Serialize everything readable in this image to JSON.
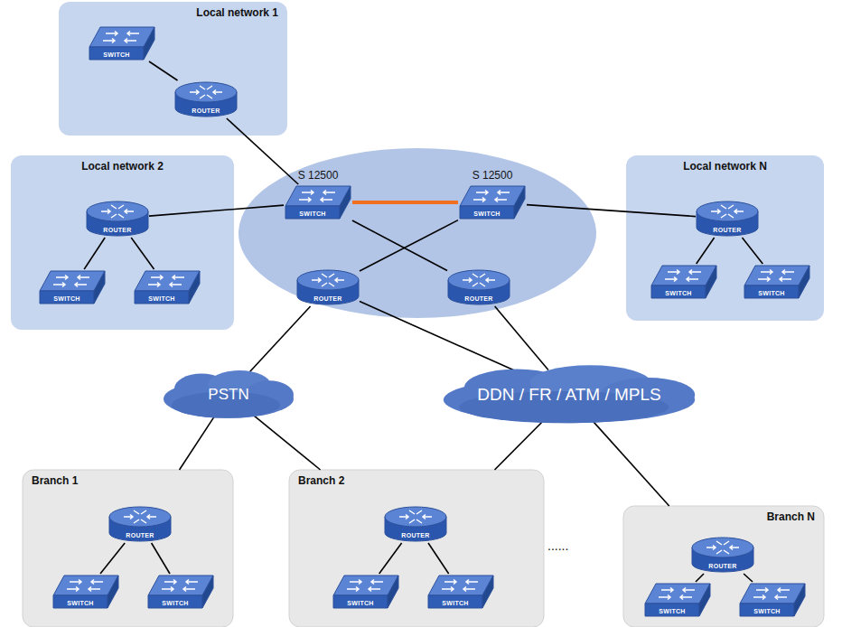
{
  "diagram": {
    "nodes": [
      {
        "text": [
          "Local network 1"
        ]
      },
      {
        "text": [
          "SWITCH"
        ],
        "in": 0
      },
      {
        "text": [
          "ROUTER"
        ],
        "in": 0
      },
      {
        "text": [
          "Local network 2"
        ]
      },
      {
        "text": [
          "ROUTER"
        ],
        "in": 3
      },
      {
        "text": [
          "SWITCH"
        ],
        "in": 3
      },
      {
        "text": [
          "SWITCH"
        ],
        "in": 3
      },
      {
        "text": [
          "S 12500",
          "SWITCH"
        ]
      },
      {
        "text": [
          "S 12500",
          "SWITCH"
        ]
      },
      {
        "text": [
          "Local network N"
        ]
      },
      {
        "text": [
          "ROUTER"
        ],
        "in": 9
      },
      {
        "text": [
          "SWITCH"
        ],
        "in": 9
      },
      {
        "text": [
          "SWITCH"
        ],
        "in": 9
      },
      {
        "text": [
          "ROUTER"
        ]
      },
      {
        "text": [
          "ROUTER"
        ]
      },
      {
        "text": [
          "PSTN"
        ]
      },
      {
        "text": [
          "DDN / FR / ATM / MPLS"
        ]
      },
      {
        "text": [
          "Branch 1"
        ]
      },
      {
        "text": [
          "ROUTER"
        ],
        "in": 17
      },
      {
        "text": [
          "SWITCH"
        ],
        "in": 17
      },
      {
        "text": [
          "SWITCH"
        ],
        "in": 17
      },
      {
        "text": [
          "Branch 2"
        ]
      },
      {
        "text": [
          "ROUTER"
        ],
        "in": 21
      },
      {
        "text": [
          "SWITCH"
        ],
        "in": 21
      },
      {
        "text": [
          "SWITCH"
        ],
        "in": 21
      },
      {
        "text": [
          "Branch N"
        ]
      },
      {
        "text": [
          "ROUTER"
        ],
        "in": 25
      },
      {
        "text": [
          "SWITCH"
        ],
        "in": 25
      },
      {
        "text": [
          "SWITCH"
        ],
        "in": 25
      }
    ],
    "edges": [
      {
        "from": 1,
        "to": 2,
        "arrow": "none"
      },
      {
        "from": 2,
        "to": 7,
        "arrow": "none"
      },
      {
        "from": 4,
        "to": 5,
        "arrow": "none"
      },
      {
        "from": 4,
        "to": 6,
        "arrow": "none"
      },
      {
        "from": 4,
        "to": 7,
        "arrow": "none"
      },
      {
        "from": 7,
        "to": 8,
        "arrow": "none"
      },
      {
        "from": 8,
        "to": 10,
        "arrow": "none"
      },
      {
        "from": 10,
        "to": 11,
        "arrow": "none"
      },
      {
        "from": 10,
        "to": 12,
        "arrow": "none"
      },
      {
        "from": 7,
        "to": 14,
        "arrow": "none"
      },
      {
        "from": 8,
        "to": 13,
        "arrow": "none"
      },
      {
        "from": 13,
        "to": 15,
        "arrow": "none"
      },
      {
        "from": 13,
        "to": 16,
        "arrow": "none"
      },
      {
        "from": 14,
        "to": 16,
        "arrow": "none"
      },
      {
        "from": 15,
        "to": 17,
        "arrow": "none"
      },
      {
        "from": 15,
        "to": 21,
        "arrow": "none"
      },
      {
        "from": 16,
        "to": 21,
        "arrow": "none"
      },
      {
        "from": 16,
        "to": 25,
        "arrow": "none"
      },
      {
        "from": 18,
        "to": 19,
        "arrow": "none"
      },
      {
        "from": 18,
        "to": 20,
        "arrow": "none"
      },
      {
        "from": 22,
        "to": 23,
        "arrow": "none"
      },
      {
        "from": 22,
        "to": 24,
        "arrow": "none"
      },
      {
        "from": 26,
        "to": 27,
        "arrow": "none"
      },
      {
        "from": 26,
        "to": 28,
        "arrow": "none"
      }
    ],
    "labels": [
      "......"
    ]
  }
}
